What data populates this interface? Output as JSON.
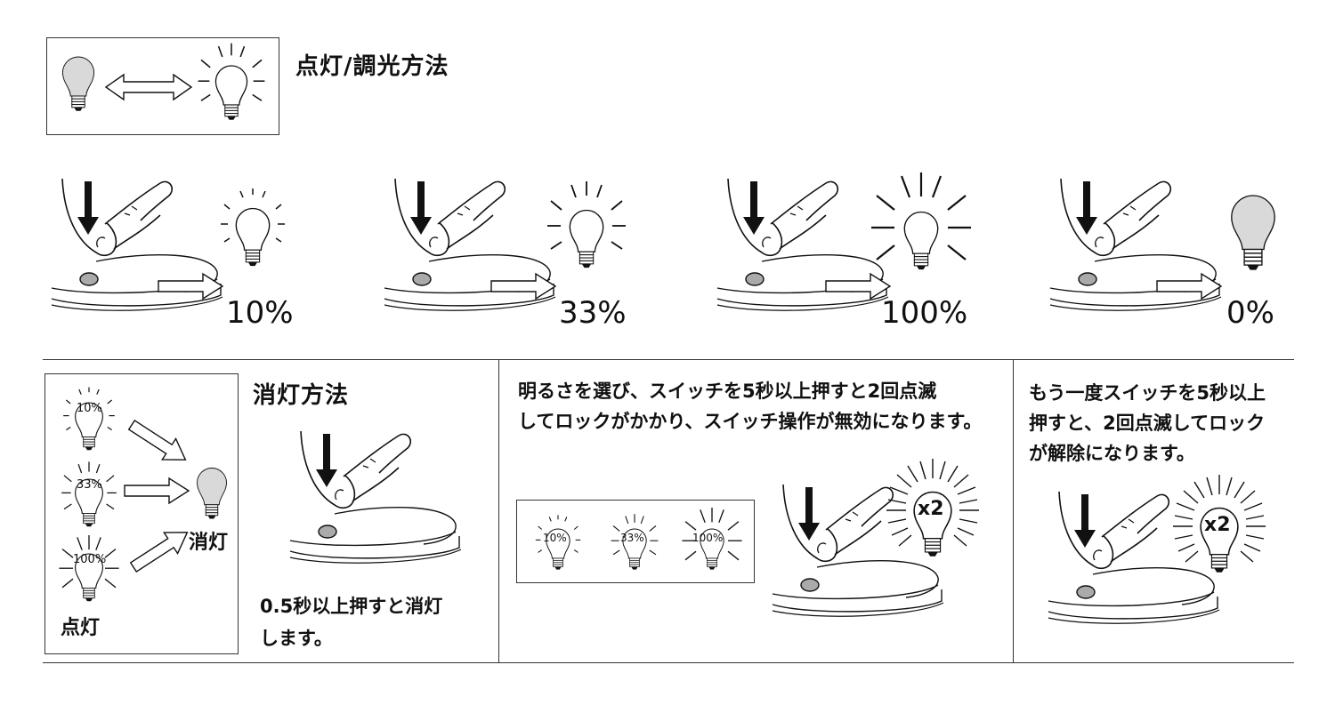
{
  "header": {
    "title": "点灯/調光方法"
  },
  "sequence": {
    "levels": [
      "10%",
      "33%",
      "100%",
      "0%"
    ]
  },
  "off_section": {
    "title": "消灯方法",
    "bulb_labels": [
      "10%",
      "33%",
      "100%"
    ],
    "off_label": "消灯",
    "on_label": "点灯",
    "instruction": [
      "0.5秒以上押すと消灯",
      "します。"
    ]
  },
  "lock_section": {
    "text": [
      "明るさを選び、スイッチを5秒以上押すと2回点滅",
      "してロックがかかり、スイッチ操作が無効になります。"
    ],
    "bulb_labels": [
      "10%",
      "33%",
      "100%"
    ],
    "blink_label": "x2"
  },
  "unlock_section": {
    "text": [
      "もう一度スイッチを5秒以上",
      "押すと、2回点滅してロック",
      "が解除になります。"
    ],
    "blink_label": "x2"
  }
}
